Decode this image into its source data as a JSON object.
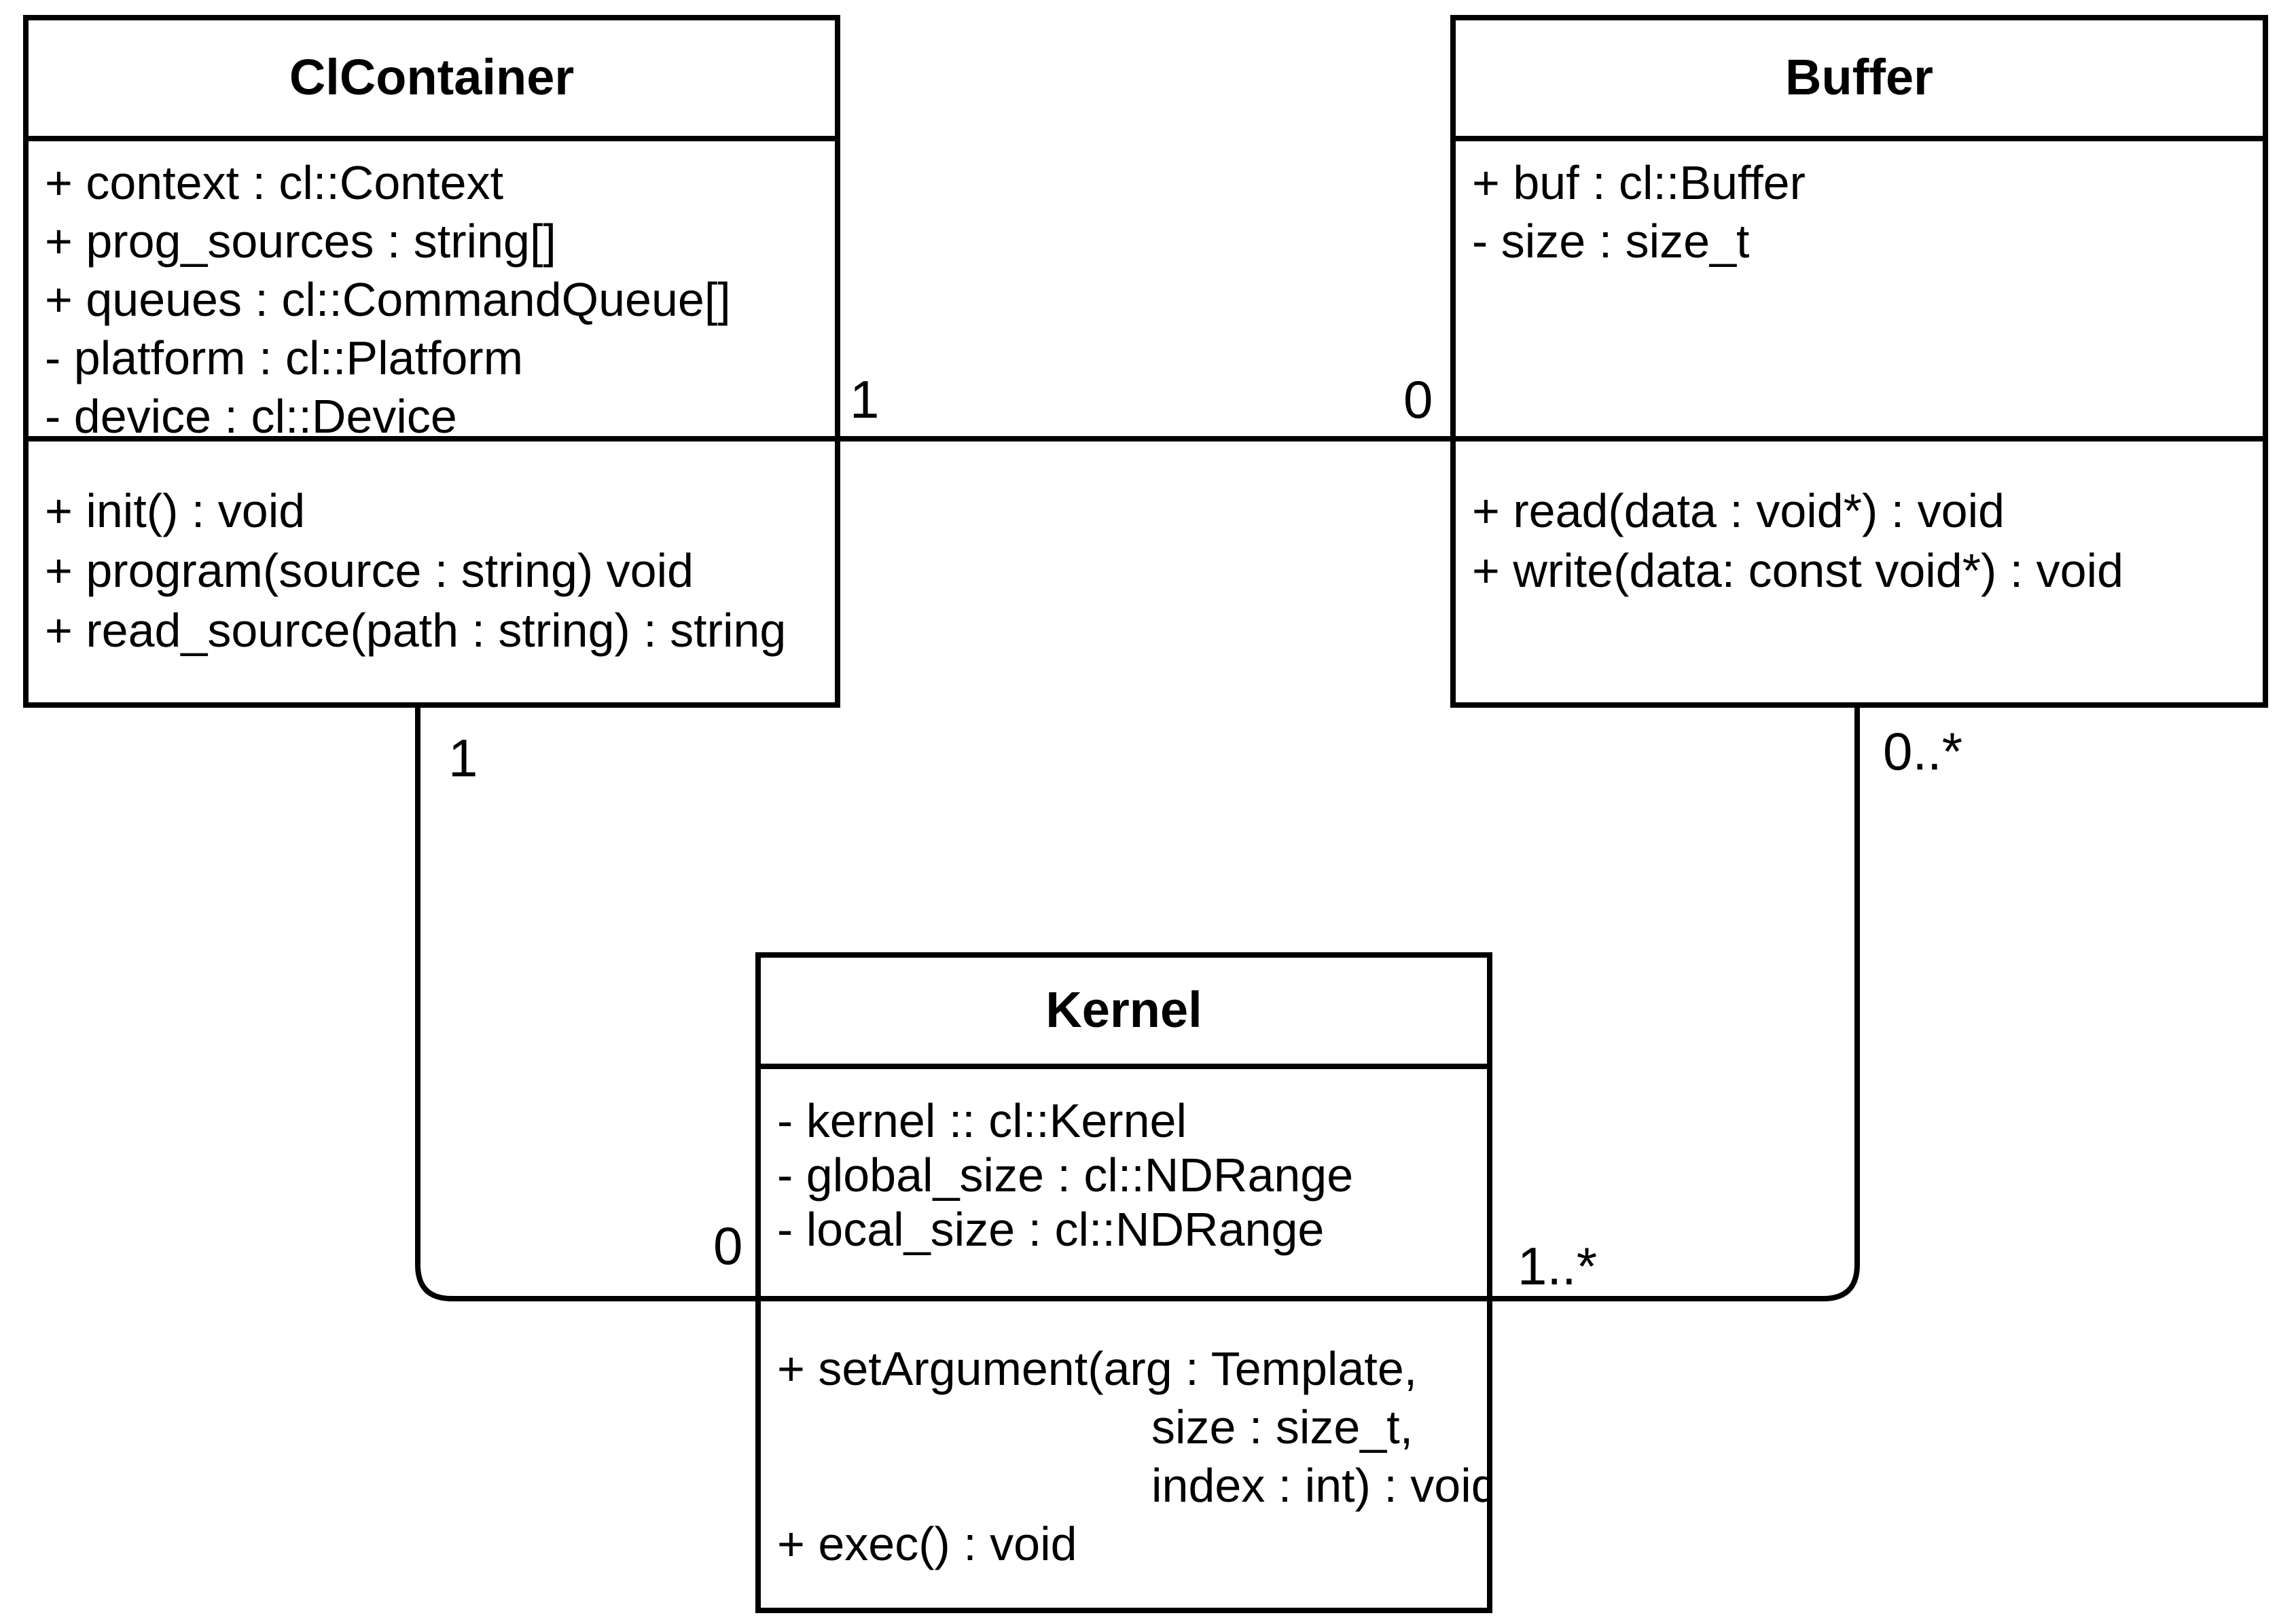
{
  "diagram": {
    "kind": "uml-class-diagram",
    "colors": {
      "line": "#000000",
      "background": "#ffffff",
      "text": "#000000"
    },
    "classes": {
      "clcontainer": {
        "name": "ClContainer",
        "attributes": [
          "+ context : cl::Context",
          "+ prog_sources : string[]",
          "+ queues : cl::CommandQueue[]",
          "- platform : cl::Platform",
          "- device : cl::Device"
        ],
        "methods": [
          "+ init() : void",
          "+ program(source : string) void",
          "+ read_source(path : string) : string"
        ]
      },
      "buffer": {
        "name": "Buffer",
        "attributes": [
          "+ buf : cl::Buffer",
          "- size : size_t"
        ],
        "methods": [
          "+ read(data : void*) : void",
          "+ write(data: const void*) : void"
        ]
      },
      "kernel": {
        "name": "Kernel",
        "attributes": [
          "- kernel :: cl::Kernel",
          "- global_size : cl::NDRange",
          "- local_size : cl::NDRange"
        ],
        "methods": [
          "+ setArgument(arg : Template,",
          "size : size_t,",
          "index : int) : void",
          "+ exec() : void"
        ]
      }
    },
    "associations": {
      "clcontainer_buffer": {
        "end_clcontainer": "1",
        "end_buffer": "0"
      },
      "clcontainer_kernel": {
        "end_clcontainer": "1",
        "end_kernel": "0"
      },
      "buffer_kernel": {
        "end_buffer": "0..*",
        "end_kernel": "1..*"
      }
    }
  }
}
